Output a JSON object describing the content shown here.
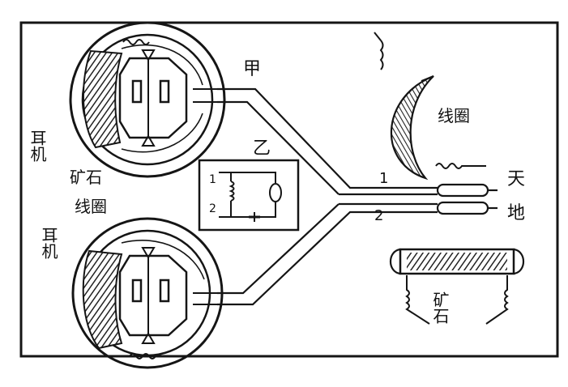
{
  "labels": {
    "jia": "甲",
    "yi": "乙",
    "earphone_top": "耳机",
    "earphone_bottom": "耳机",
    "crystal_top": "矿石",
    "coil_bottom": "线圈",
    "coil_right": "线圈",
    "sky": "天",
    "ground": "地",
    "wire1": "1",
    "wire2": "2",
    "crystal_right": "矿石",
    "inset_1": "1",
    "inset_2": "2"
  },
  "colors": {
    "ink": "#151515",
    "paper": "#ffffff"
  },
  "icons": [
    "earphone-icon",
    "coil-icon",
    "crystal-detector-icon",
    "plug-icon"
  ]
}
